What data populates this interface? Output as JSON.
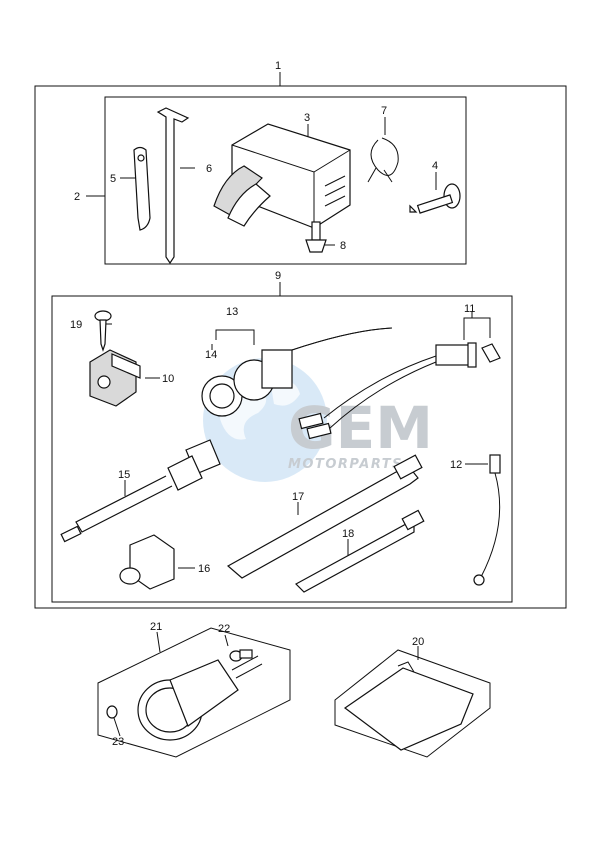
{
  "watermark": {
    "brand": "GEM",
    "sub": "MOTORPARTS",
    "color_blue": "#3d8fd6",
    "color_grey": "#9aa3ad"
  },
  "callouts": {
    "c1": "1",
    "c2": "2",
    "c3": "3",
    "c4": "4",
    "c5": "5",
    "c6": "6",
    "c7": "7",
    "c8": "8",
    "c9": "9",
    "c10": "10",
    "c11": "11",
    "c12": "12",
    "c13": "13",
    "c14": "14",
    "c15": "15",
    "c16": "16",
    "c17": "17",
    "c18": "18",
    "c19": "19",
    "c20": "20",
    "c21": "21",
    "c22": "22",
    "c23": "23"
  }
}
